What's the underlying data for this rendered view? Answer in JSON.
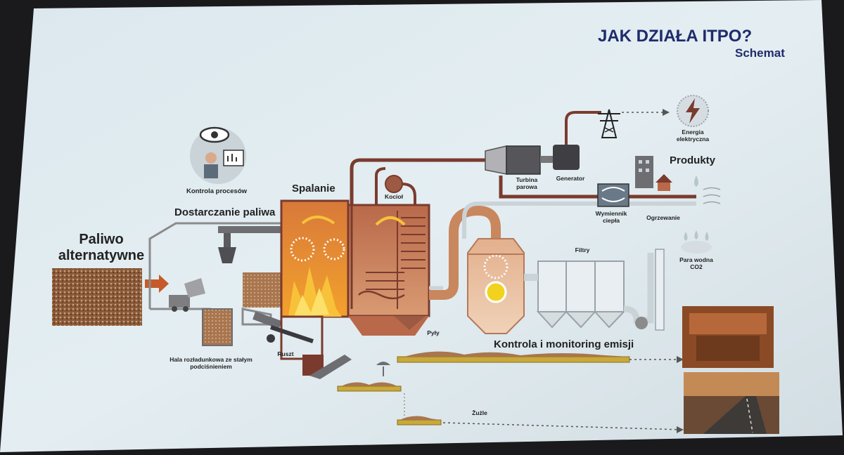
{
  "slide": {
    "title": "JAK DZIAŁA ITPO?",
    "subtitle": "Schemat"
  },
  "labels": {
    "fuel": "Paliwo alternatywne",
    "process_control": "Kontrola procesów",
    "fuel_supply": "Dostarczanie paliwa",
    "combustion": "Spalanie",
    "boiler": "Kocioł",
    "turbine": "Turbina parowa",
    "generator": "Generator",
    "electricity": "Energia elektryczna",
    "products": "Produkty",
    "heat_exchanger": "Wymiennik ciepła",
    "heating": "Ogrzewanie",
    "water_vapor": "Para wodna CO2",
    "filters": "Filtry",
    "dust": "Pyły",
    "emission_control": "Kontrola i monitoring emisji",
    "grate": "Ruszt",
    "unloading_hall": "Hala rozładunkowa ze stałym podciśnieniem",
    "slag": "Żużle"
  },
  "colors": {
    "slide_bg": "#dde8ee",
    "title": "#1f2b6b",
    "pipe": "#7a3b2e",
    "furnace": "#c9875e",
    "flame": "#f08c1e",
    "metal": "#6d6d72"
  },
  "icons": [
    "eye-icon",
    "operator-icon",
    "lightning-icon",
    "power-tower-icon",
    "arrow-right-icon",
    "factory-icon",
    "house-icon",
    "water-drop-icon"
  ]
}
